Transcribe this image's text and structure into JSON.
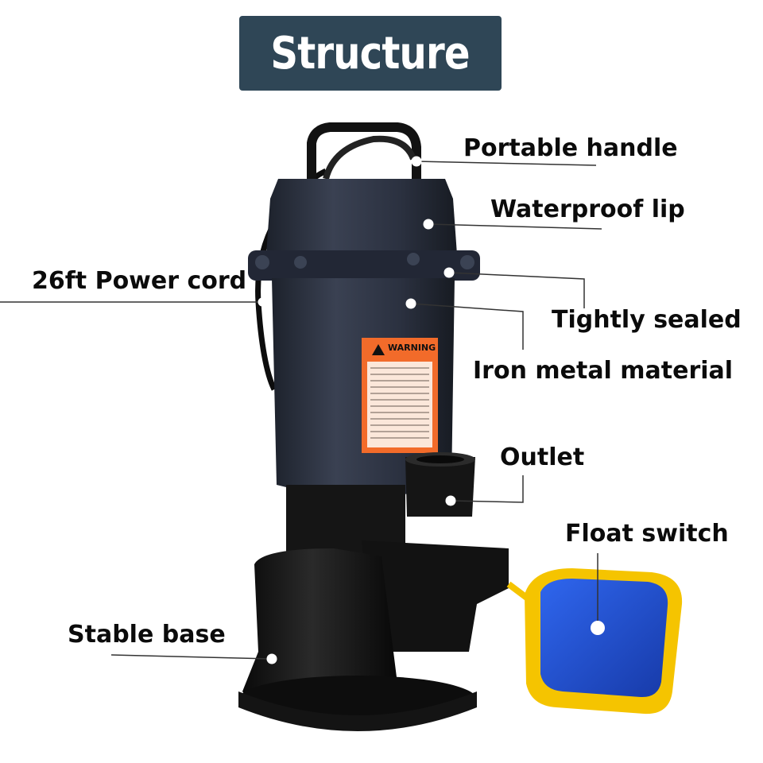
{
  "title": "Structure",
  "colors": {
    "title_bg": "#2f4656",
    "pump_body": "#2b3140",
    "base": "#141414",
    "warning_label": "#f26b2a",
    "float_yellow": "#f5c400",
    "float_blue": "#1f4fd0"
  },
  "callouts": [
    {
      "id": "portable-handle",
      "text": "Portable handle"
    },
    {
      "id": "waterproof-lip",
      "text": "Waterproof lip"
    },
    {
      "id": "power-cord",
      "text": "26ft Power cord"
    },
    {
      "id": "tightly-sealed",
      "text": "Tightly sealed"
    },
    {
      "id": "iron-metal",
      "text": "Iron metal material"
    },
    {
      "id": "outlet",
      "text": "Outlet"
    },
    {
      "id": "float-switch",
      "text": "Float switch"
    },
    {
      "id": "stable-base",
      "text": "Stable base"
    }
  ],
  "warning": {
    "heading": "WARNING"
  }
}
